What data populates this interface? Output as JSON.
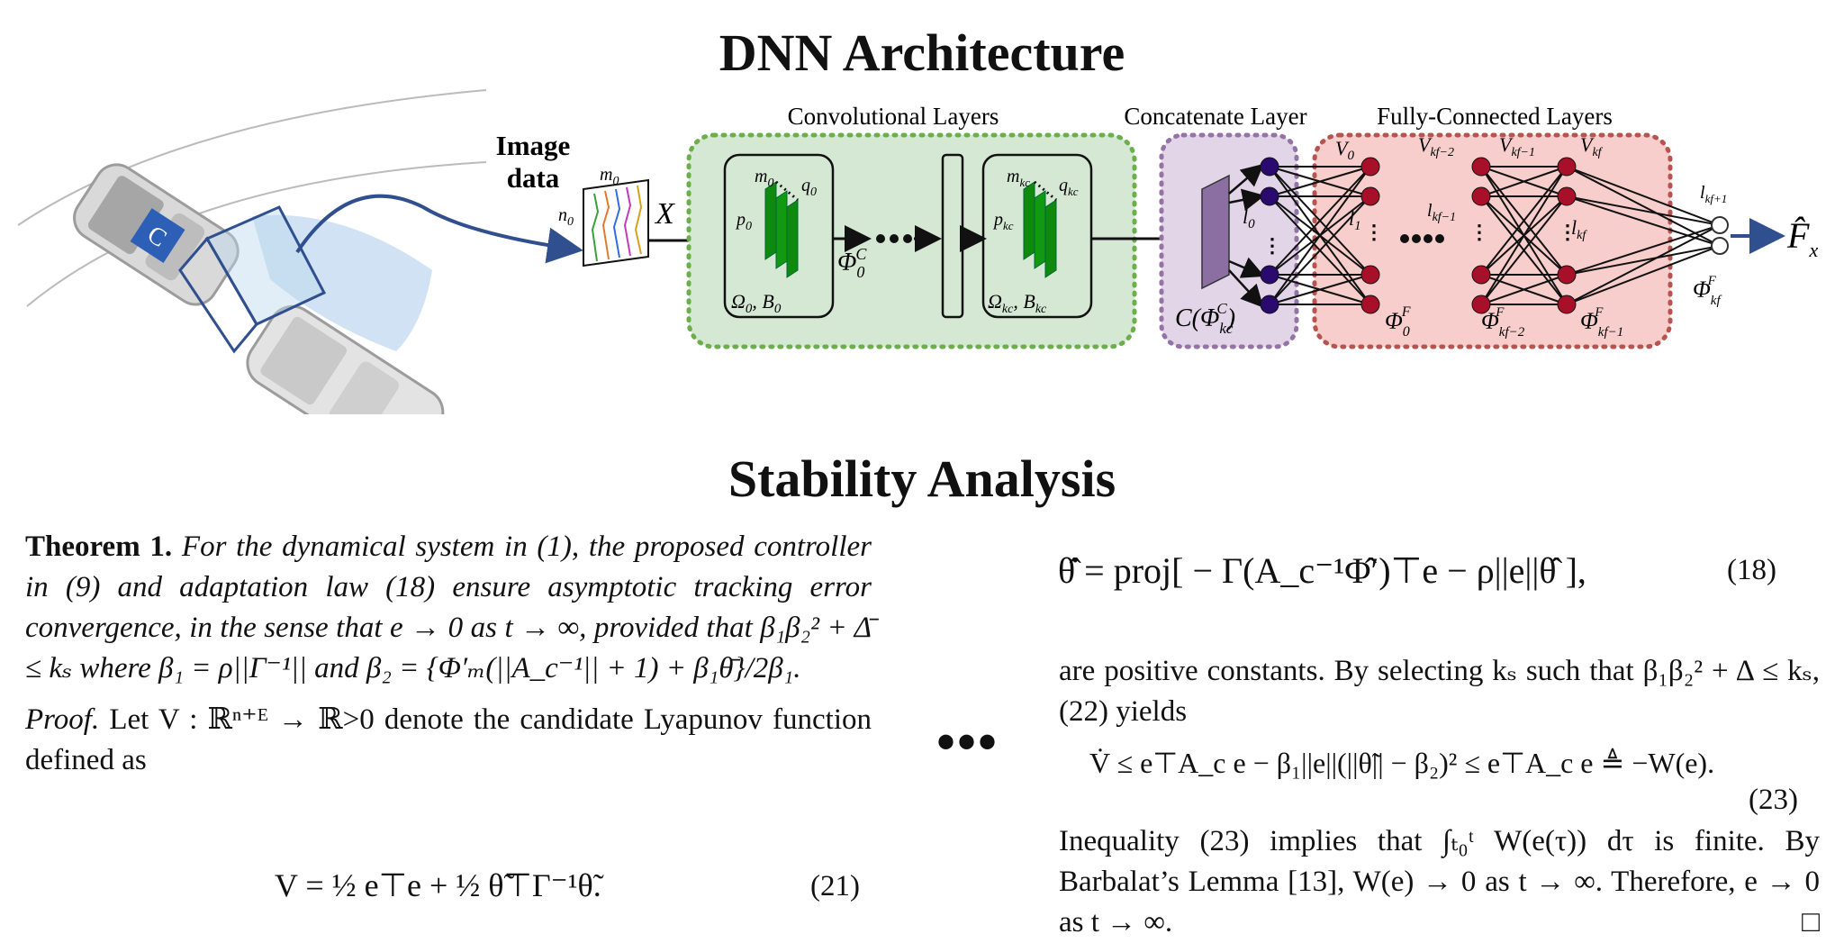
{
  "headings": {
    "architecture": "DNN  Architecture",
    "stability": "Stability Analysis"
  },
  "diagram": {
    "image_data_line1": "Image",
    "image_data_line2": "data",
    "input_symbol": "X",
    "input_dims": {
      "m": "m",
      "m_sub": "0",
      "n": "n",
      "n_sub": "0"
    },
    "conv_title": "Convolutional Layers",
    "concat_title": "Concatenate Layer",
    "fc_title": "Fully-Connected Layers",
    "conv_block_0": {
      "m": "m",
      "m_sub": "0",
      "q": "q",
      "q_sub": "0",
      "p": "p",
      "p_sub": "0",
      "params": "Ω",
      "params_sub": "0",
      "params_b": "B",
      "params_b_sub": "0"
    },
    "conv_block_kc": {
      "m": "m",
      "m_sub": "kc",
      "q": "q",
      "q_sub": "kc",
      "p": "p",
      "p_sub": "kc",
      "params": "Ω",
      "params_sub": "kc",
      "params_b": "B",
      "params_b_sub": "kc"
    },
    "phi0c": "Φ",
    "phi0c_sub": "0",
    "phi0c_sup": "C",
    "concat_label": "C(Φ",
    "concat_label_sub": "kc",
    "concat_label_sup": "C",
    "concat_label_end": ")",
    "l0": "l",
    "l0_sub": "0",
    "fc_labels": {
      "v0": "V",
      "v0_sub": "0",
      "vkf2": "V",
      "vkf2_sub": "kf−2",
      "vkf1": "V",
      "vkf1_sub": "kf−1",
      "vkf": "V",
      "vkf_sub": "kf",
      "l1": "l",
      "l1_sub": "1",
      "lkf1": "l",
      "lkf1_sub": "kf−1",
      "lkf": "l",
      "lkf_sub": "kf",
      "lkfp1": "l",
      "lkfp1_sub": "kf+1",
      "phi0f": "Φ",
      "phi0f_sub": "0",
      "phi0f_sup": "F",
      "phikf2": "Φ",
      "phikf2_sub": "kf−2",
      "phikf2_sup": "F",
      "phikf1": "Φ",
      "phikf1_sub": "kf−1",
      "phikf1_sup": "F",
      "phikf": "Φ",
      "phikf_sub": "kf",
      "phikf_sup": "F"
    },
    "output": "F̂",
    "output_sub": "x",
    "colors": {
      "conv_fill": "#d5e8d4",
      "conv_border": "#6aaf4a",
      "concat_fill": "#e1d5e7",
      "concat_border": "#9673a6",
      "fc_fill": "#f8cecc",
      "fc_border": "#b85450",
      "green_block": "#0f8a0f",
      "purple_node": "#2a0a6e",
      "red_node": "#a8102a",
      "arrow_blue": "#2f4f8f"
    }
  },
  "left_text": {
    "theorem_label": "Theorem 1.",
    "theorem_body": "For the dynamical system in (1), the proposed controller in (9) and adaptation law (18) ensure asymptotic tracking error convergence, in the sense that e → 0 as t → ∞, provided that β₁β₂² + Δ̄ ≤ kₛ where β₁ = ρ||Γ⁻¹|| and β₂ = {Φ′ₘ(||A_c⁻¹|| + 1) + β₁θ̄}/2β₁.",
    "proof_label": "Proof.",
    "proof_body": "Let V : ℝⁿ⁺ᴱ → ℝ>0 denote the candidate Lyapunov function defined as",
    "eq21": "V = ½ e⊤e + ½ θ̃⊤Γ⁻¹θ̃.",
    "eq21_num": "(21)"
  },
  "separator": "•••",
  "right_text": {
    "eq18": "θ̂̇ = proj[ − Γ(A_c⁻¹Φ̂′)⊤e − ρ||e||θ̂ ],",
    "eq18_num": "(18)",
    "para1": "are positive constants. By selecting kₛ such that β₁β₂² + Δ ≤ kₛ, (22) yields",
    "eq23": "V̇ ≤ e⊤A_c e − β₁||e||(||θ̃|| − β₂)² ≤ e⊤A_c e ≜ −W(e).",
    "eq23_num": "(23)",
    "para2": "Inequality (23) implies that ∫ₜ₀ᵗ W(e(τ)) dτ is finite. By Barbalat’s Lemma [13], W(e) → 0 as t → ∞. Therefore, e → 0 as t → ∞.",
    "qed": "□"
  }
}
